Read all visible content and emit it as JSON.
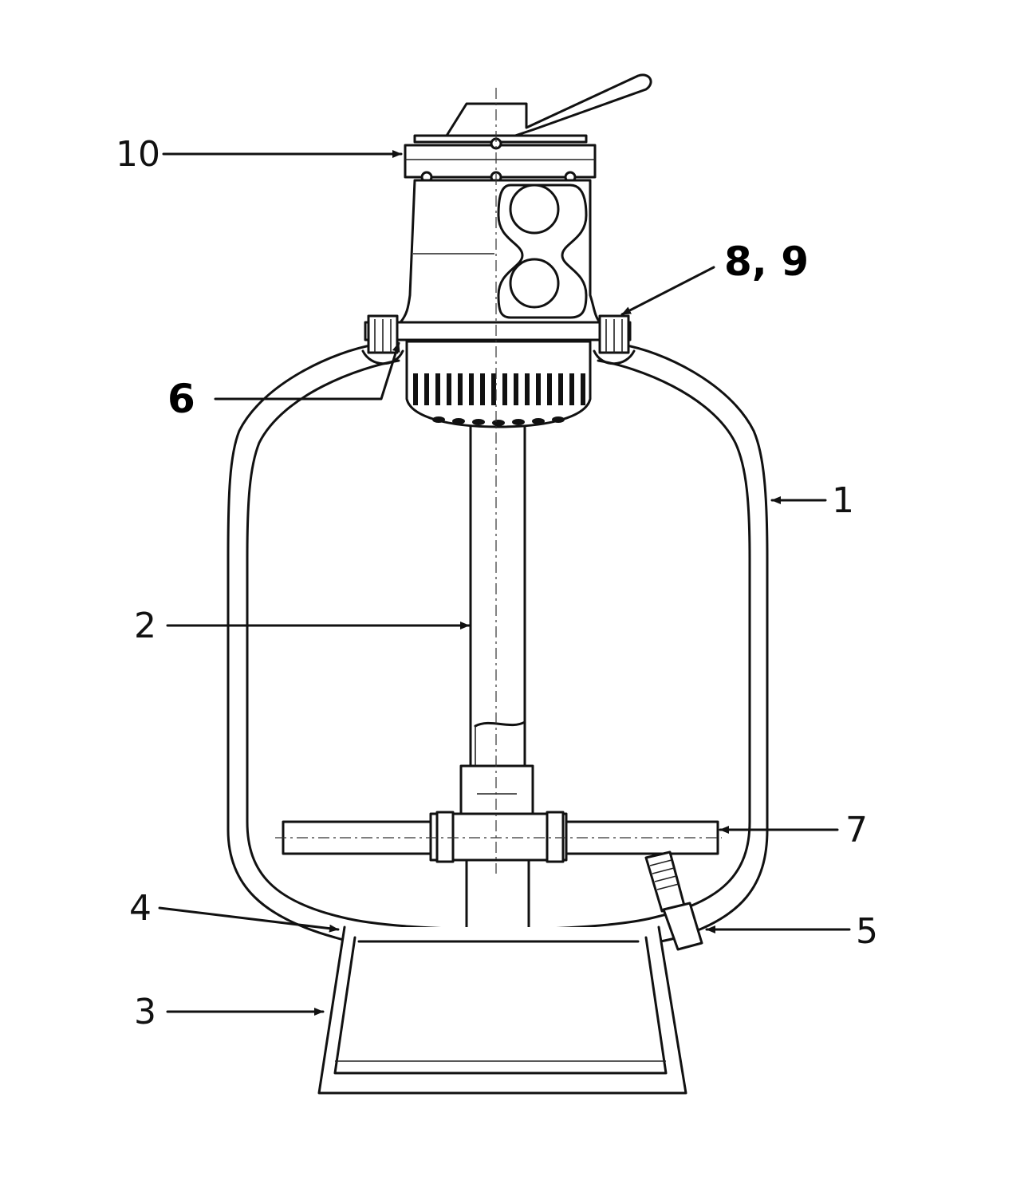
{
  "callouts": [
    {
      "id": "c1",
      "label": "1"
    },
    {
      "id": "c2",
      "label": "2"
    },
    {
      "id": "c3",
      "label": "3"
    },
    {
      "id": "c4",
      "label": "4"
    },
    {
      "id": "c5",
      "label": "5"
    },
    {
      "id": "c6",
      "label": "6"
    },
    {
      "id": "c7",
      "label": "7"
    },
    {
      "id": "c89",
      "label": "8, 9"
    },
    {
      "id": "c10",
      "label": "10"
    }
  ],
  "colors": {
    "ink": "#111111",
    "paper": "#ffffff"
  }
}
